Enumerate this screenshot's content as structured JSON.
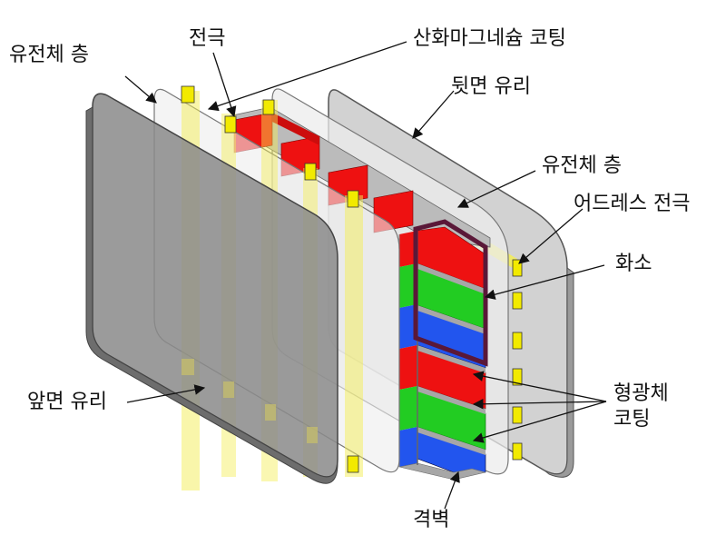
{
  "labels": {
    "dielectric_front": "유전체 층",
    "electrode": "전극",
    "mgo_coating": "산화마그네슘 코팅",
    "rear_glass": "뒷면 유리",
    "dielectric_rear": "유전체 층",
    "address_electrode": "어드레스 전극",
    "pixel": "화소",
    "front_glass": "앞면 유리",
    "phosphor_coating": "형광체\n코팅",
    "barrier_rib": "격벽"
  },
  "colors": {
    "front_glass": "#8a8a8a",
    "rear_glass": "#d2d2d2",
    "dielectric": "#ececec",
    "electrode": "#f2ea00",
    "red_phosphor": "#ee1111",
    "green_phosphor": "#22cc22",
    "blue_phosphor": "#2255ee",
    "rib": "#a7a7a7",
    "pixel_outline": "#5a1838",
    "leader": "#111111"
  }
}
